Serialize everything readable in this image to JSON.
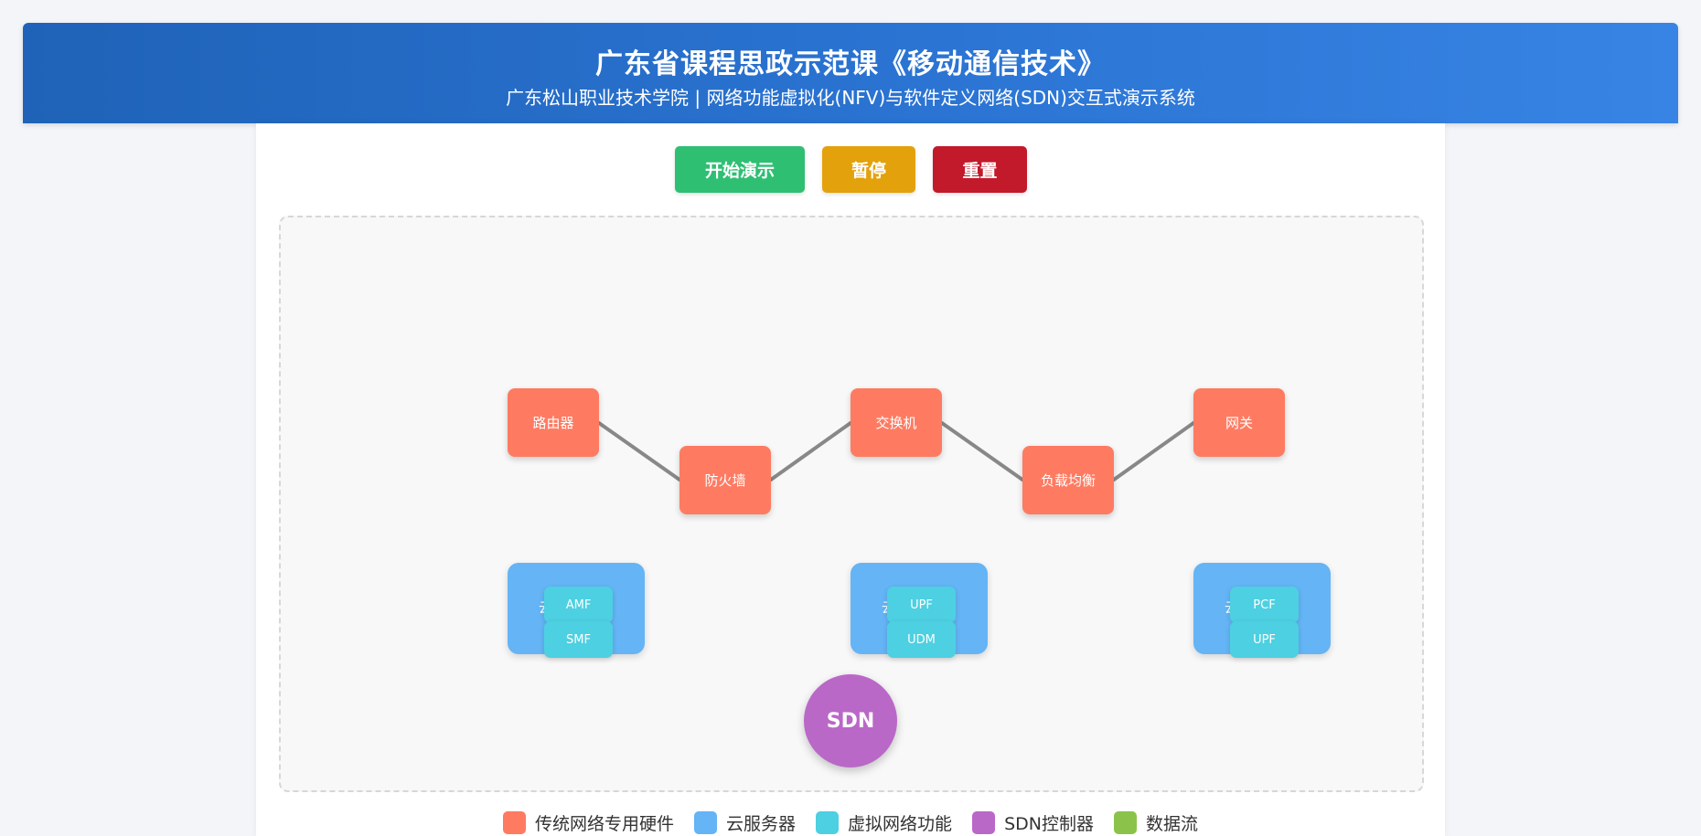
{
  "header": {
    "title": "广东省课程思政示范课《移动通信技术》",
    "subtitle": "广东松山职业技术学院 | 网络功能虚拟化(NFV)与软件定义网络(SDN)交互式演示系统"
  },
  "controls": {
    "start_label": "开始演示",
    "pause_label": "暂停",
    "reset_label": "重置"
  },
  "hardware": [
    {
      "label": "路由器"
    },
    {
      "label": "防火墙"
    },
    {
      "label": "交换机"
    },
    {
      "label": "负载均衡"
    },
    {
      "label": "网关"
    }
  ],
  "servers": [
    {
      "label": "云",
      "vnfs": [
        "AMF",
        "SMF"
      ]
    },
    {
      "label": "云",
      "vnfs": [
        "UPF",
        "UDM"
      ]
    },
    {
      "label": "云",
      "vnfs": [
        "PCF",
        "UPF"
      ]
    }
  ],
  "sdn": {
    "label": "SDN"
  },
  "legend": [
    {
      "label": "传统网络专用硬件",
      "color": "#fe7b62"
    },
    {
      "label": "云服务器",
      "color": "#64b4f6"
    },
    {
      "label": "虚拟网络功能",
      "color": "#4dd0e1"
    },
    {
      "label": "SDN控制器",
      "color": "#ba68c8"
    },
    {
      "label": "数据流",
      "color": "#8bc34a"
    }
  ],
  "colors": {
    "header_start": "#1f63b8",
    "header_end": "#3784e4",
    "start_button": "#2fbf73",
    "pause_button": "#e3a10b",
    "reset_button": "#c21a2a",
    "link_line": "#888888"
  }
}
